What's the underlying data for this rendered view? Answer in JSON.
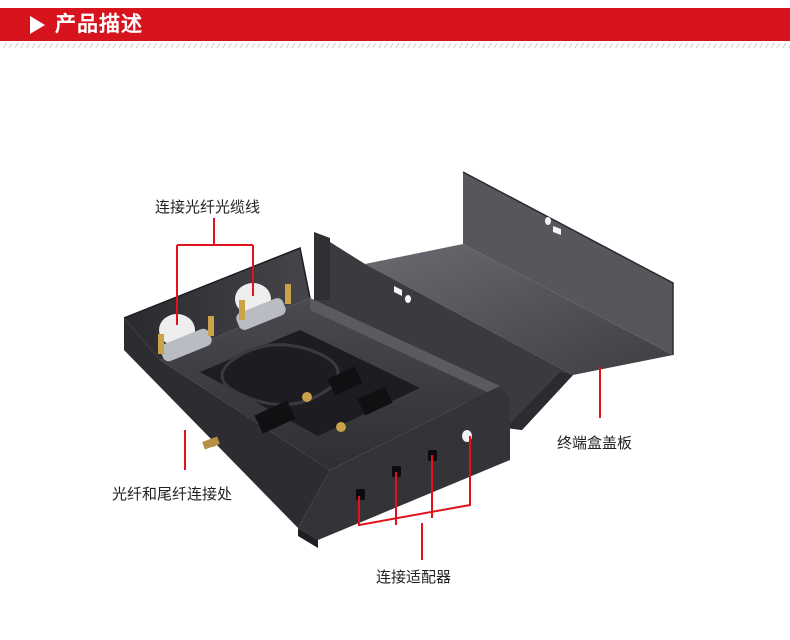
{
  "header": {
    "title": "产品描述",
    "accent_color": "#d7141e"
  },
  "figure": {
    "labels": {
      "fiber_cable": "连接光纤光缆线",
      "cover_plate": "终端盒盖板",
      "splice_point": "光纤和尾纤连接处",
      "adapter": "连接适配器"
    },
    "leader_color": "#e0121c"
  }
}
